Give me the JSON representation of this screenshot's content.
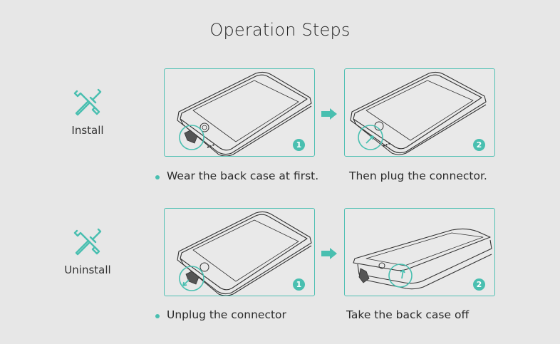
{
  "title": "Operation Steps",
  "accent_color": "#49bfb0",
  "sections": [
    {
      "label": "Install",
      "icon": "tools-icon",
      "steps": [
        {
          "number": "1",
          "caption": "Wear the back case at first.",
          "bullet": true
        },
        {
          "number": "2",
          "caption": "Then plug the connector.",
          "bullet": false
        }
      ]
    },
    {
      "label": "Uninstall",
      "icon": "tools-icon",
      "steps": [
        {
          "number": "1",
          "caption": "Unplug the connector",
          "bullet": true
        },
        {
          "number": "2",
          "caption": "Take the back case off",
          "bullet": false
        }
      ]
    }
  ]
}
